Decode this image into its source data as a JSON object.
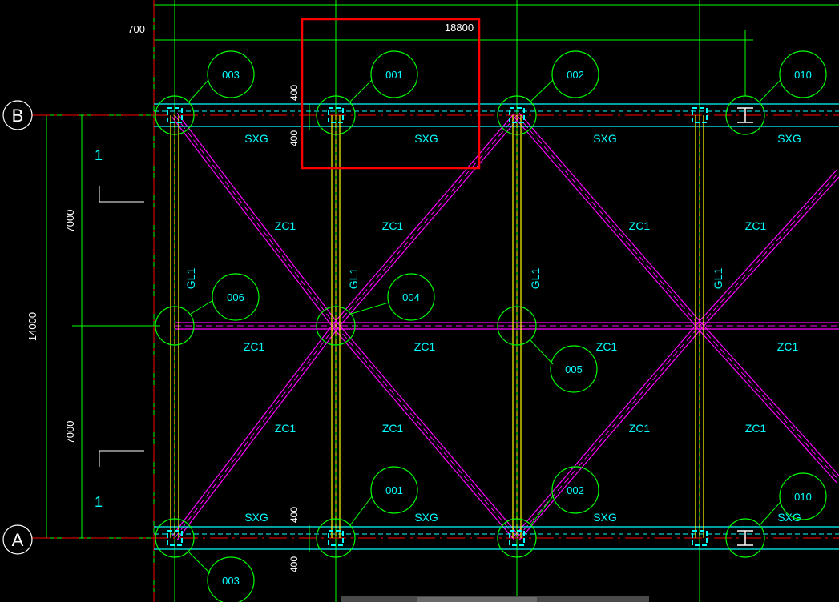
{
  "colors": {
    "background": "#000000",
    "dimension": "#00ff00",
    "axis": "#ff0000",
    "beam": "#00ffff",
    "column": "#ffff00",
    "brace": "#ff00ff",
    "label": "#00ffff",
    "highlight": "#ff0000",
    "marker": "#00ff00",
    "axis_bubble": "#ffffff"
  },
  "dimensions": {
    "overall_width": "18800",
    "left_offset": "700",
    "overall_height": "14000",
    "bay_upper": "7000",
    "bay_lower": "7000",
    "beam_offset_top_1": "400",
    "beam_offset_top_2": "400",
    "beam_offset_bottom_1": "400",
    "beam_offset_bottom_2": "400"
  },
  "axes": {
    "top": "B",
    "bottom": "A"
  },
  "section_marks": {
    "upper": "1",
    "lower": "1"
  },
  "labels": {
    "top_beams": [
      "SXG",
      "SXG",
      "SXG",
      "SXG"
    ],
    "bottom_beams": [
      "SXG",
      "SXG",
      "SXG",
      "SXG"
    ],
    "mid_beams": [
      "ZC1",
      "ZC1",
      "ZC1",
      "ZC1"
    ],
    "upper_braces": [
      "ZC1",
      "ZC1",
      "ZC1",
      "ZC1"
    ],
    "lower_braces": [
      "ZC1",
      "ZC1",
      "ZC1",
      "ZC1"
    ],
    "columns": [
      "GL1",
      "GL1",
      "GL1",
      "GL1"
    ]
  },
  "node_markers": {
    "top_row": [
      "003",
      "001",
      "002",
      "010"
    ],
    "middle_row": [
      "006",
      "004",
      "005"
    ],
    "bottom_row": [
      "003",
      "001",
      "002",
      "010"
    ]
  },
  "status_bar": {
    "visible": true
  }
}
